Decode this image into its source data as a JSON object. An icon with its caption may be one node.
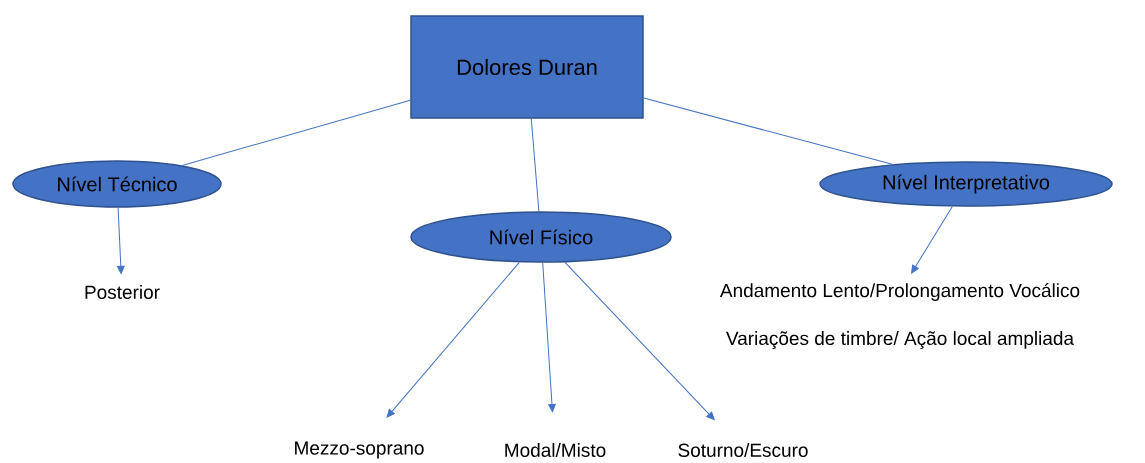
{
  "diagram": {
    "nodes": [
      {
        "text": [
          "Dolores Duran"
        ]
      },
      {
        "text": [
          "Nível Técnico"
        ]
      },
      {
        "text": [
          "Nível Físico"
        ]
      },
      {
        "text": [
          "Nível Interpretativo"
        ]
      },
      {
        "text": [
          "Posterior"
        ]
      },
      {
        "text": [
          "Andamento Lento/Prolongamento Vocálico"
        ]
      },
      {
        "text": [
          "Mezzo-soprano"
        ]
      },
      {
        "text": [
          "Modal/Misto"
        ]
      },
      {
        "text": [
          "Soturno/Escuro"
        ]
      }
    ],
    "edges": [
      {
        "from": 0,
        "to": 1,
        "arrow": "none"
      },
      {
        "from": 0,
        "to": 2,
        "arrow": "none"
      },
      {
        "from": 0,
        "to": 3,
        "arrow": "none"
      },
      {
        "from": 1,
        "to": 4,
        "arrow": "to"
      },
      {
        "from": 3,
        "to": 5,
        "arrow": "to"
      },
      {
        "from": 2,
        "to": 6,
        "arrow": "to"
      },
      {
        "from": 2,
        "to": 7,
        "arrow": "to"
      },
      {
        "from": 2,
        "to": 8,
        "arrow": "to"
      }
    ],
    "labels": [
      "Variações de timbre/ Ação local ampliada"
    ]
  }
}
